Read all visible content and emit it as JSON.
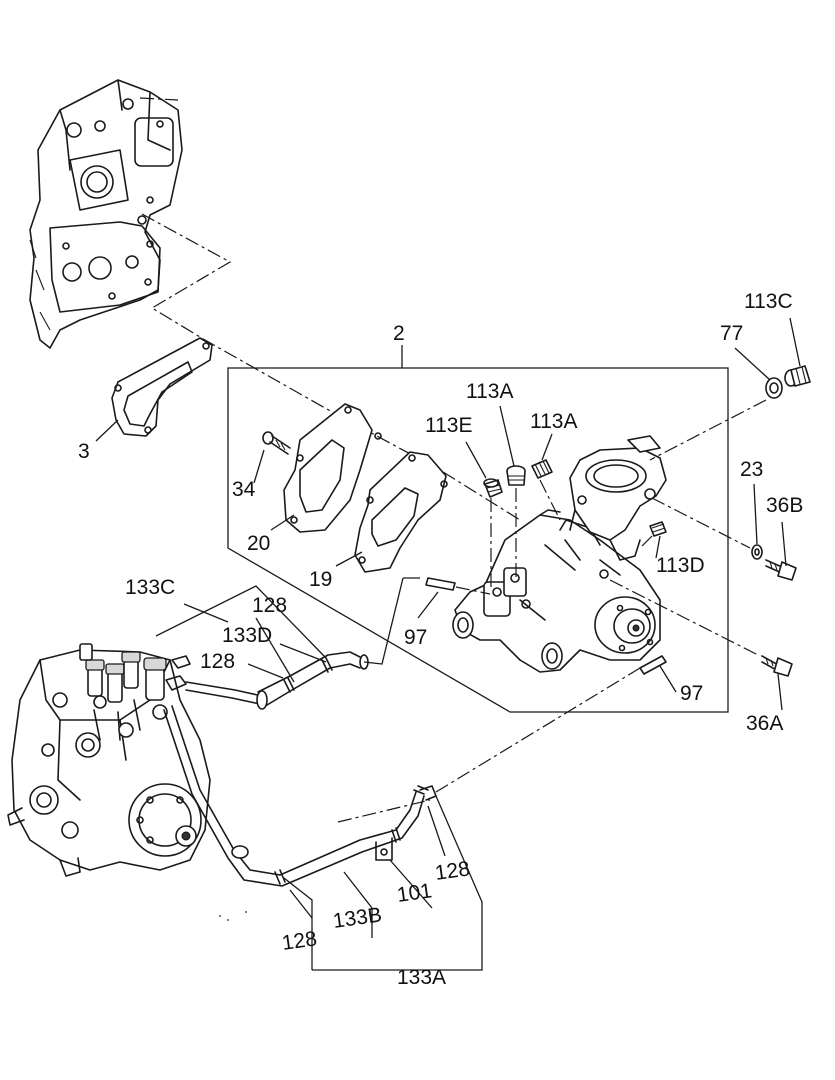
{
  "diagram": {
    "labels": {
      "l2": "2",
      "l3": "3",
      "l19": "19",
      "l20": "20",
      "l23": "23",
      "l34": "34",
      "l36A": "36A",
      "l36B": "36B",
      "l77": "77",
      "l97a": "97",
      "l97b": "97",
      "l101": "101",
      "l113A1": "113A",
      "l113A2": "113A",
      "l113C": "113C",
      "l113D": "113D",
      "l113E": "113E",
      "l128a": "128",
      "l128b": "128",
      "l128c": "128",
      "l128d": "128",
      "l133A": "133A",
      "l133B": "133B",
      "l133C": "133C",
      "l133D": "133D"
    }
  }
}
